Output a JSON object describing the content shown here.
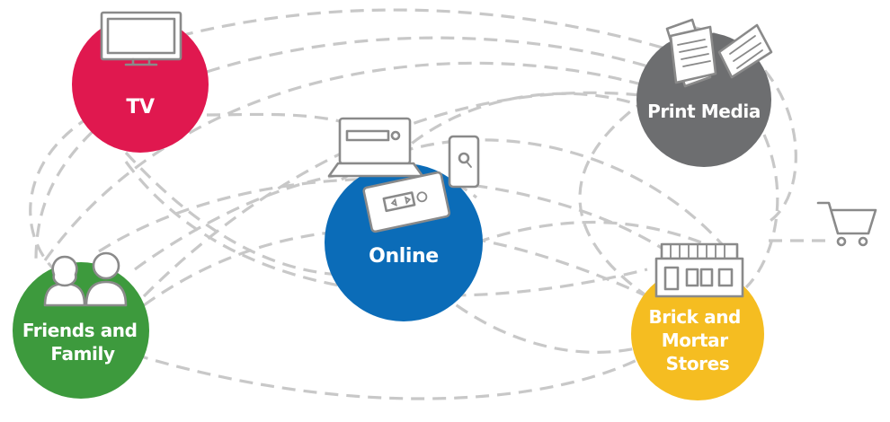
{
  "nodes": {
    "tv": {
      "label_lines": [
        "TV"
      ],
      "color": "#e0184f"
    },
    "print": {
      "label_lines": [
        "Print Media"
      ],
      "color": "#6d6e70"
    },
    "online": {
      "label_lines": [
        "Online"
      ],
      "color": "#0b6cb8"
    },
    "friends": {
      "label_lines": [
        "Friends and",
        "Family"
      ],
      "color": "#3d9a3d"
    },
    "brick": {
      "label_lines": [
        "Brick and",
        "Mortar",
        "Stores"
      ],
      "color": "#f5bd21"
    }
  },
  "colors": {
    "path_stroke": "#c8c8c8",
    "icon_stroke": "#8a8a8a"
  },
  "icons": {
    "tv": "television-icon",
    "print": "newspaper-icon",
    "online": "devices-icon",
    "friends": "people-icon",
    "brick": "storefront-icon",
    "destination": "shopping-cart-icon"
  }
}
